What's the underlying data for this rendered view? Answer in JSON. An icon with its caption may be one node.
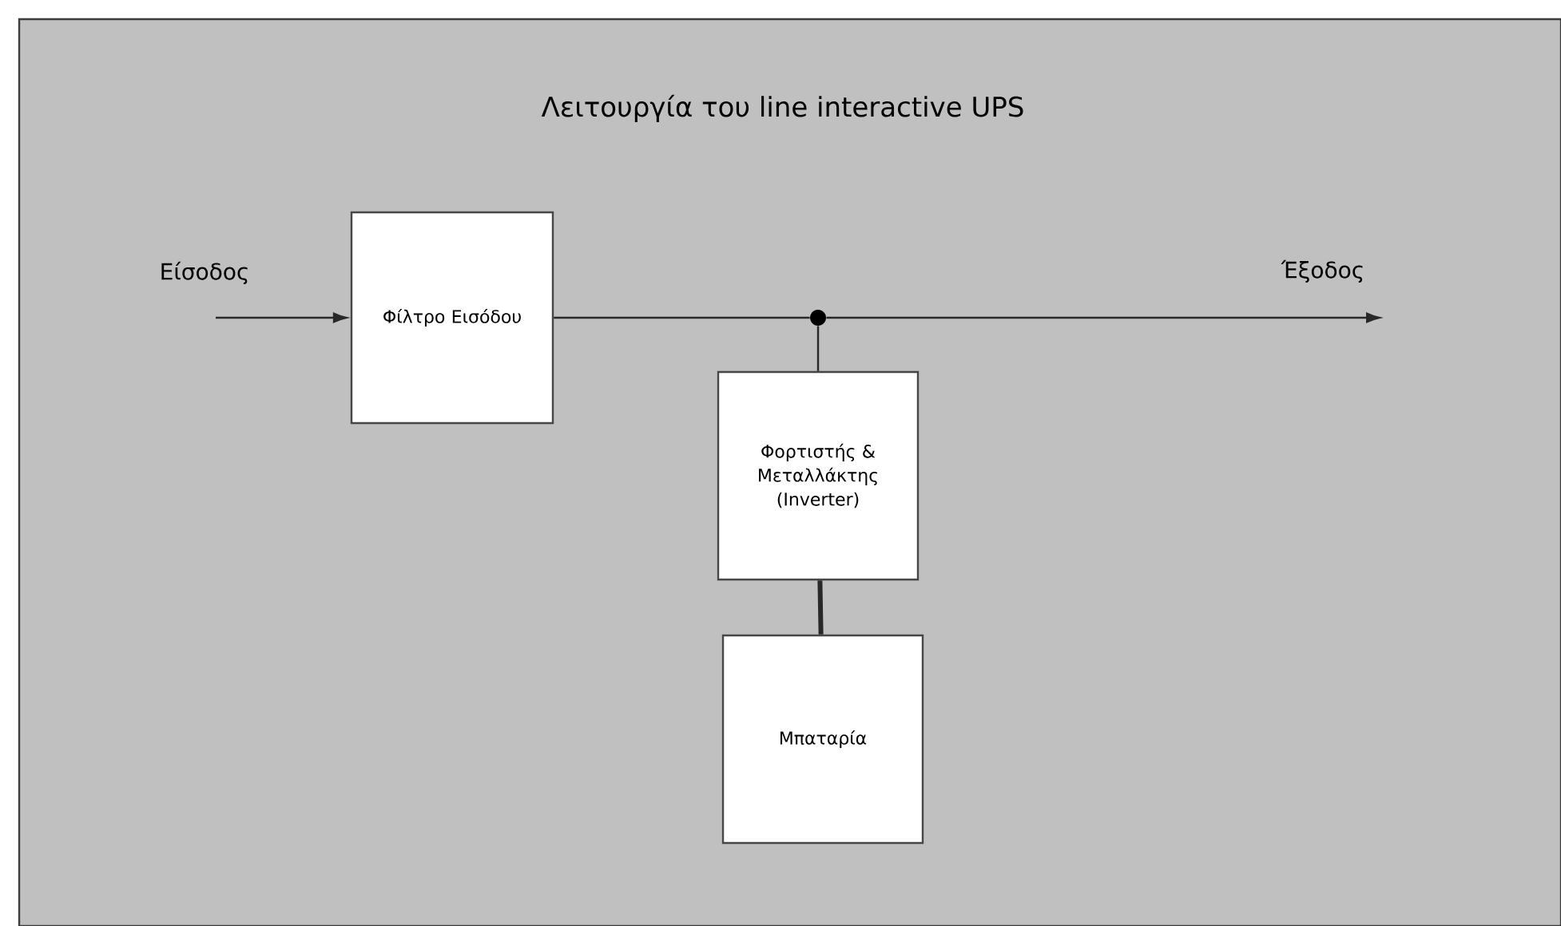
{
  "diagram": {
    "title": "Λειτουργία του line interactive UPS",
    "nodes": [
      {
        "text": [
          "Φίλτρο Εισόδου"
        ]
      },
      {
        "text": [],
        "shape": "circle"
      },
      {
        "text": [
          "Φορτιστής & Μεταλλάκτης (Inverter)"
        ]
      },
      {
        "text": [
          "Μπαταρία"
        ]
      }
    ],
    "edges": [
      {
        "from": null,
        "to": 0,
        "arrow": "to"
      },
      {
        "from": 0,
        "to": 1,
        "arrow": "none"
      },
      {
        "from": 1,
        "to": null,
        "arrow": "to"
      },
      {
        "from": 1,
        "to": 2,
        "arrow": "none"
      },
      {
        "from": 2,
        "to": 3,
        "arrow": "none",
        "style": "thick"
      }
    ],
    "labels": [
      "Είσοδος",
      "Έξοδος"
    ]
  }
}
